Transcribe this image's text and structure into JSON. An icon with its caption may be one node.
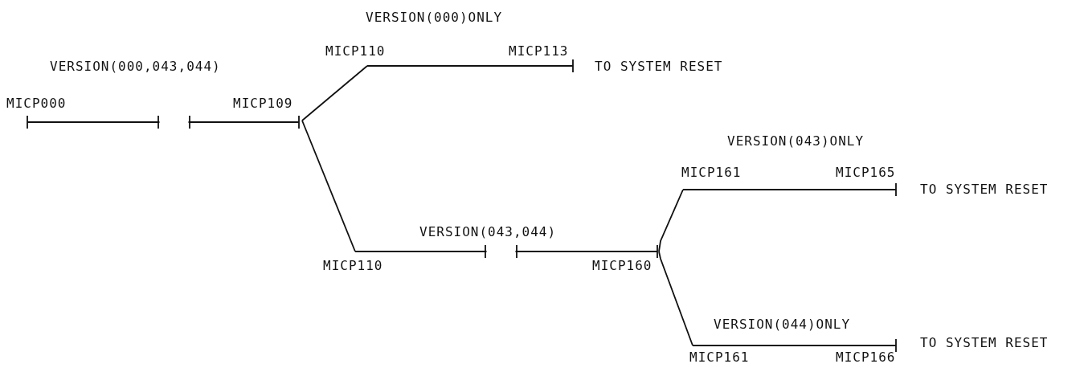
{
  "diagram": {
    "nodes": [
      {
        "text": [
          "MICP000"
        ]
      },
      {
        "text": [
          "MICP109"
        ]
      },
      {
        "text": [
          "MICP110"
        ]
      },
      {
        "text": [
          "MICP113"
        ]
      },
      {
        "text": [
          "MICP110"
        ]
      },
      {
        "text": [
          "MICP160"
        ]
      },
      {
        "text": [
          "MICP161"
        ]
      },
      {
        "text": [
          "MICP165"
        ]
      },
      {
        "text": [
          "MICP161"
        ]
      },
      {
        "text": [
          "MICP166"
        ]
      }
    ],
    "edges": [
      {
        "from": 0,
        "to": 1,
        "arrow": "none",
        "label": "VERSION(000,043,044)"
      },
      {
        "from": 1,
        "to": 2,
        "arrow": "none"
      },
      {
        "from": 2,
        "to": 3,
        "arrow": "none",
        "label": "VERSION(000)ONLY"
      },
      {
        "from": 1,
        "to": 4,
        "arrow": "none"
      },
      {
        "from": 4,
        "to": 5,
        "arrow": "none",
        "label": "VERSION(043,044)"
      },
      {
        "from": 5,
        "to": 6,
        "arrow": "none"
      },
      {
        "from": 6,
        "to": 7,
        "arrow": "none",
        "label": "VERSION(043)ONLY"
      },
      {
        "from": 5,
        "to": 8,
        "arrow": "none"
      },
      {
        "from": 8,
        "to": 9,
        "arrow": "none",
        "label": "VERSION(044)ONLY"
      }
    ],
    "labels": [
      "TO SYSTEM RESET",
      "TO SYSTEM RESET",
      "TO SYSTEM RESET"
    ]
  }
}
